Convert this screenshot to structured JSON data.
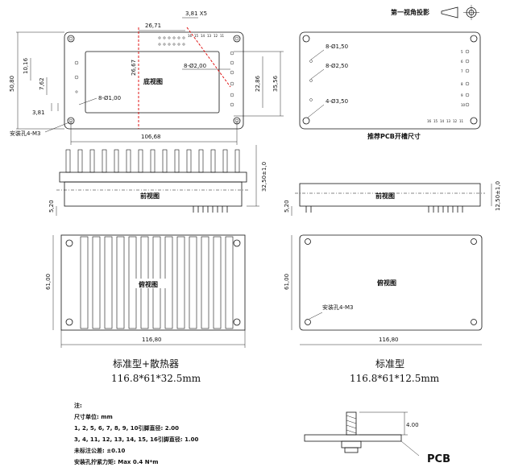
{
  "projection": {
    "label": "第一视角投影"
  },
  "views": {
    "bottom": {
      "title": "底视图",
      "dims": {
        "top_small": "3,81 X5",
        "top_width": "26,71",
        "left_height": "50,80",
        "left_a": "10,16",
        "left_b": "7,62",
        "left_c": "3,81",
        "inner_height": "26,67",
        "right_a": "22,86",
        "right_b": "35,56",
        "bottom_width": "106,68",
        "hole_pin": "8-Ø1,00",
        "hole_big": "8-Ø2,00"
      },
      "mount_hole": "安装孔4-M3",
      "pin_numbers_top": [
        "16",
        "15",
        "14",
        "13",
        "12",
        "11"
      ]
    },
    "pcb": {
      "title": "推荐PCB开槽尺寸",
      "holes": [
        "8-Ø1,50",
        "8-Ø2,50",
        "4-Ø3,50"
      ],
      "pin_numbers_right": [
        "5",
        "6",
        "7",
        "8",
        "9",
        "10"
      ],
      "pin_numbers_bottom": [
        "16",
        "15",
        "14",
        "13",
        "12",
        "11"
      ]
    },
    "front_heatsink": {
      "title": "前视图",
      "height": "32,50±1,0",
      "offset": "5,20"
    },
    "front_standard": {
      "title": "前视图",
      "height": "12,50±1,0",
      "offset": "5,20"
    },
    "top_heatsink": {
      "title": "俯视图",
      "width": "116,80",
      "depth": "61,00"
    },
    "top_standard": {
      "title": "俯视图",
      "width": "116,80",
      "depth": "61,00",
      "mount_hole": "安装孔4-M3"
    }
  },
  "captions": {
    "heatsink": {
      "name": "标准型+散热器",
      "size": "116.8*61*32.5mm"
    },
    "standard": {
      "name": "标准型",
      "size": "116.8*61*12.5mm"
    }
  },
  "notes": {
    "header": "注:",
    "lines": [
      "尺寸单位: mm",
      "1, 2, 5, 6, 7, 8, 9, 10引脚直径: 2.00",
      "3, 4, 11, 12, 13, 14, 15, 16引脚直径: 1.00",
      "未标注公差: ±0.10",
      "安装孔拧紧力矩: Max 0.4 N*m"
    ]
  },
  "detail": {
    "height": "4.00",
    "label": "PCB"
  }
}
